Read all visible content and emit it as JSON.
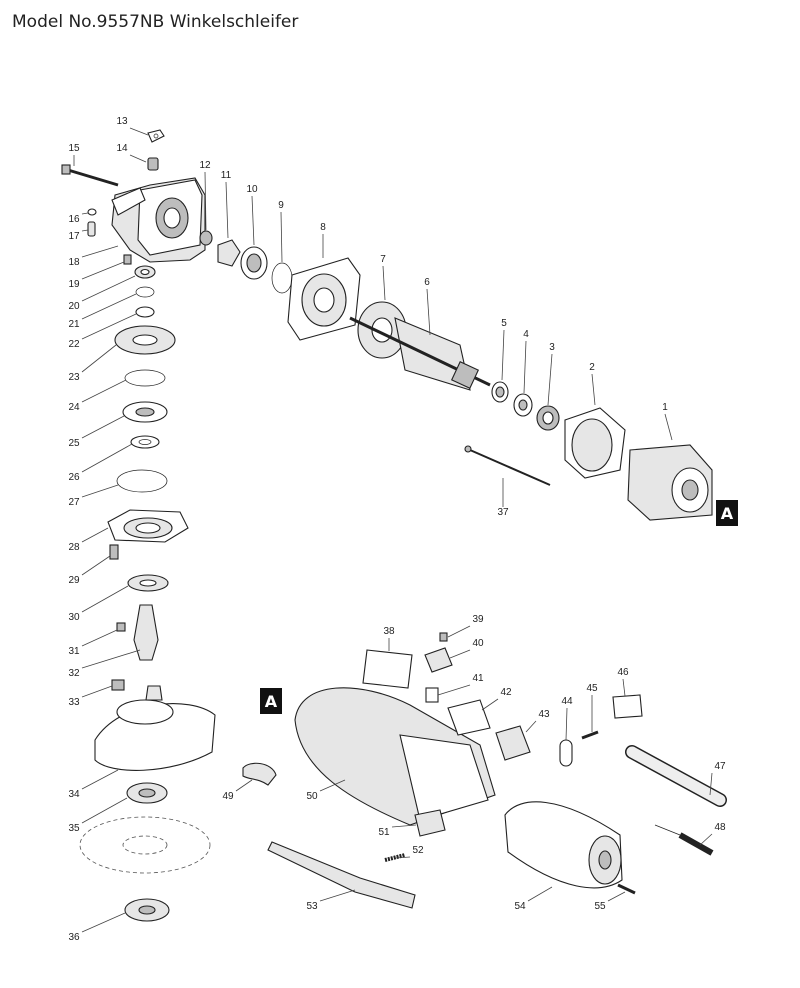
{
  "title": "Model No.9557NB Winkelschleifer",
  "section_marker": "A",
  "parts": [
    "1",
    "2",
    "3",
    "4",
    "5",
    "6",
    "7",
    "8",
    "9",
    "10",
    "11",
    "12",
    "13",
    "14",
    "15",
    "16",
    "17",
    "18",
    "19",
    "20",
    "21",
    "22",
    "23",
    "24",
    "25",
    "26",
    "27",
    "28",
    "29",
    "30",
    "31",
    "32",
    "33",
    "34",
    "35",
    "36",
    "37",
    "38",
    "39",
    "40",
    "41",
    "42",
    "43",
    "44",
    "45",
    "46",
    "47",
    "48",
    "49",
    "50",
    "51",
    "52",
    "53",
    "54",
    "55"
  ]
}
